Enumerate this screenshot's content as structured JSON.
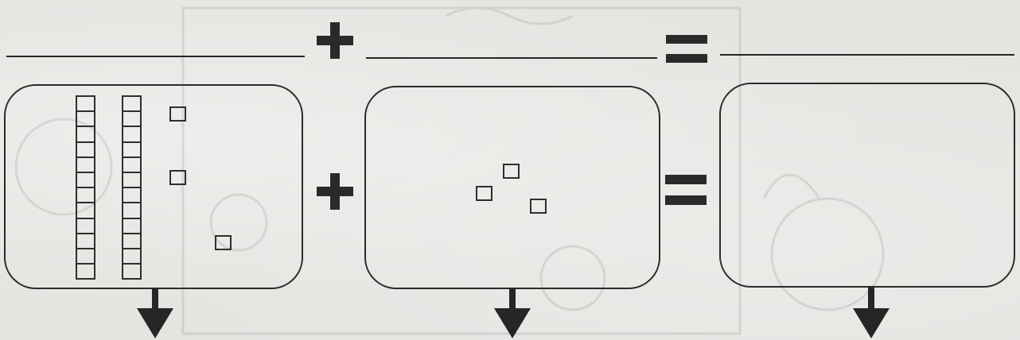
{
  "worksheet": {
    "operators": {
      "plus": "+",
      "equals": "="
    },
    "addend_1": {
      "tens_rods": 2,
      "unit_cubes": 3
    },
    "addend_2": {
      "tens_rods": 0,
      "unit_cubes": 3
    },
    "sum": {
      "tens_rods": 0,
      "unit_cubes": 0
    },
    "icons": [
      "plus-icon",
      "equals-icon",
      "down-arrow-icon"
    ]
  }
}
